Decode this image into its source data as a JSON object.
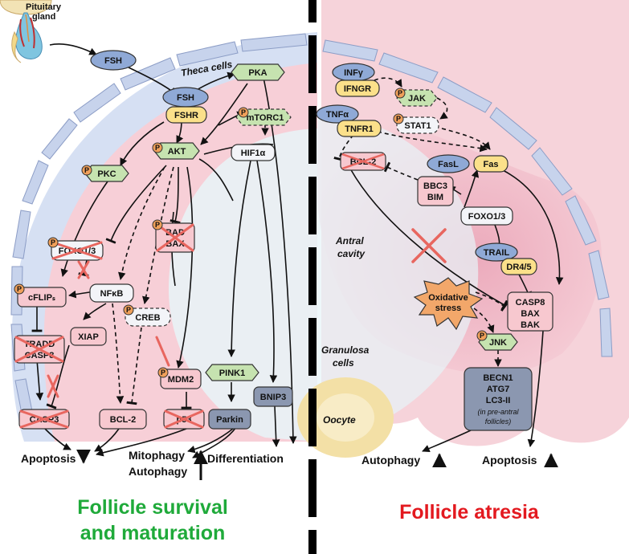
{
  "labels": {
    "pituitary_line1": "Pituitary",
    "pituitary_line2": "gland",
    "theca": "Theca cells",
    "antral_line1": "Antral",
    "antral_line2": "cavity",
    "granulosa_line1": "Granulosa",
    "granulosa_line2": "cells",
    "oocyte": "Oocyte",
    "phospho": "P",
    "pre_antral_line1": "(in pre-antral",
    "pre_antral_line2": "follicles)"
  },
  "left_nodes": {
    "fsh_top": "FSH",
    "fsh": "FSH",
    "fshr": "FSHR",
    "pka": "PKA",
    "mtorc1": "mTORC1",
    "akt": "AKT",
    "pkc": "PKC",
    "hif1a": "HIF1α",
    "foxo13": "FOXO1/3",
    "bad": "BAD",
    "bax": "BAX",
    "nfkb": "NFκB",
    "cflip": "cFLIPₛ",
    "xiap": "XIAP",
    "creb": "CREB",
    "tradd": "TRADD",
    "casp8": "CASP8",
    "mdm2": "MDM2",
    "pink1": "PINK1",
    "bnip3": "BNIP3",
    "casp3": "CASP3",
    "bcl2": "BCL-2",
    "p53": "p53",
    "parkin": "Parkin"
  },
  "right_nodes": {
    "infg": "INFγ",
    "ifngr": "IFNGR",
    "jak": "JAK",
    "tnfa": "TNFα",
    "tnfr1": "TNFR1",
    "stat1": "STAT1",
    "bcl2": "BCL-2",
    "fasl": "FasL",
    "fas": "Fas",
    "bbc3": "BBC3",
    "bim": "BIM",
    "foxo13": "FOXO1/3",
    "trail": "TRAIL",
    "dr45": "DR4/5",
    "ox_line1": "Oxidative",
    "ox_line2": "stress",
    "casp8": "CASP8",
    "bax": "BAX",
    "bak": "BAK",
    "jnk": "JNK",
    "becn1": "BECN1",
    "atg7": "ATG7",
    "lc3": "LC3-II"
  },
  "outcomes": {
    "apoptosis_left": "Apoptosis",
    "mitophagy": "Mitophagy",
    "autophagy_left": "Autophagy",
    "differentiation": "Differentiation",
    "autophagy_right": "Autophagy",
    "apoptosis_right": "Apoptosis"
  },
  "headlines": {
    "survival_line1": "Follicle survival",
    "survival_line2": "and maturation",
    "atresia": "Follicle atresia"
  },
  "colors": {
    "ligand_blue": "#8fa9d6",
    "receptor_yellow": "#fbe08a",
    "kinase_green": "#c6e3b0",
    "box_pink": "#f7c8cf",
    "neutral_box": "#f3f4f8",
    "effector_gray": "#8b97b0",
    "phospho_orange": "#f0a05a",
    "survival_green": "#1faa3a",
    "atresia_red": "#e3191f",
    "cross_red": "#e8665f"
  }
}
